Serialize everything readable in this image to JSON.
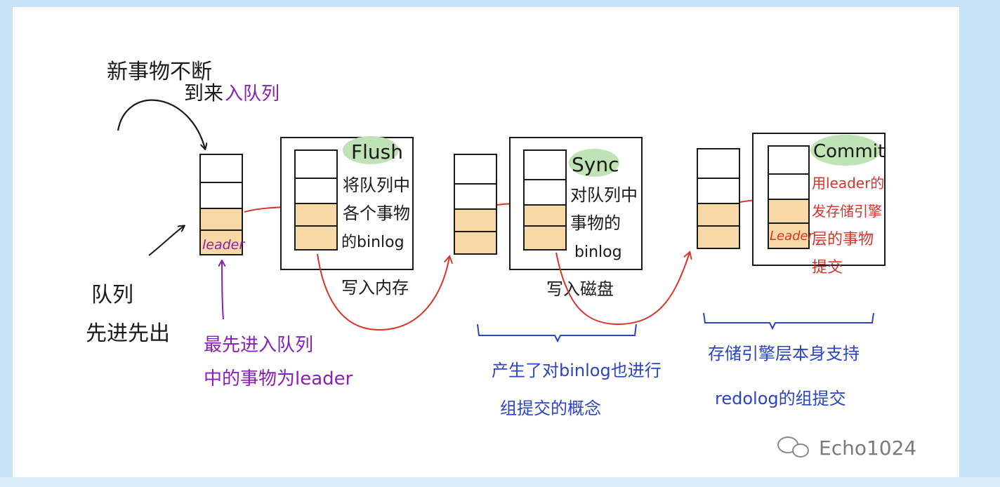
{
  "annotations": {
    "new_tx_line1": "新事物不断",
    "new_tx_line2": "到来",
    "enqueue": "入队列",
    "queue_line1": "队列",
    "queue_line2": "先进先出",
    "first_in_line1": "最先进入队列",
    "first_in_line2": "中的事物为leader",
    "leader_label_1": "leader",
    "leader_label_3": "Leader"
  },
  "stages": [
    {
      "name": "Flush",
      "desc": [
        "将队列中",
        "各个事物",
        "的binlog"
      ],
      "below": "写入内存"
    },
    {
      "name": "Sync",
      "desc": [
        "对队列中",
        "事物的",
        "binlog"
      ],
      "below": "写入磁盘"
    },
    {
      "name": "Commit",
      "desc": [
        "用leader的",
        "发存储引擎",
        "层的事物",
        "提交"
      ]
    }
  ],
  "braces": {
    "sync_note_line1": "产生了对binlog也进行",
    "sync_note_line2": "组提交的概念",
    "commit_note_line1": "存储引擎层本身支持",
    "commit_note_line2": "redolog的组提交"
  },
  "watermark": "Echo1024",
  "colors": {
    "ink": "#1a1a1a",
    "purple": "#8a1fb7",
    "red": "#d8342a",
    "blue": "#2a44c4",
    "green_highlight": "#bfe3b4",
    "queue_fill": "#f7d9a6"
  }
}
